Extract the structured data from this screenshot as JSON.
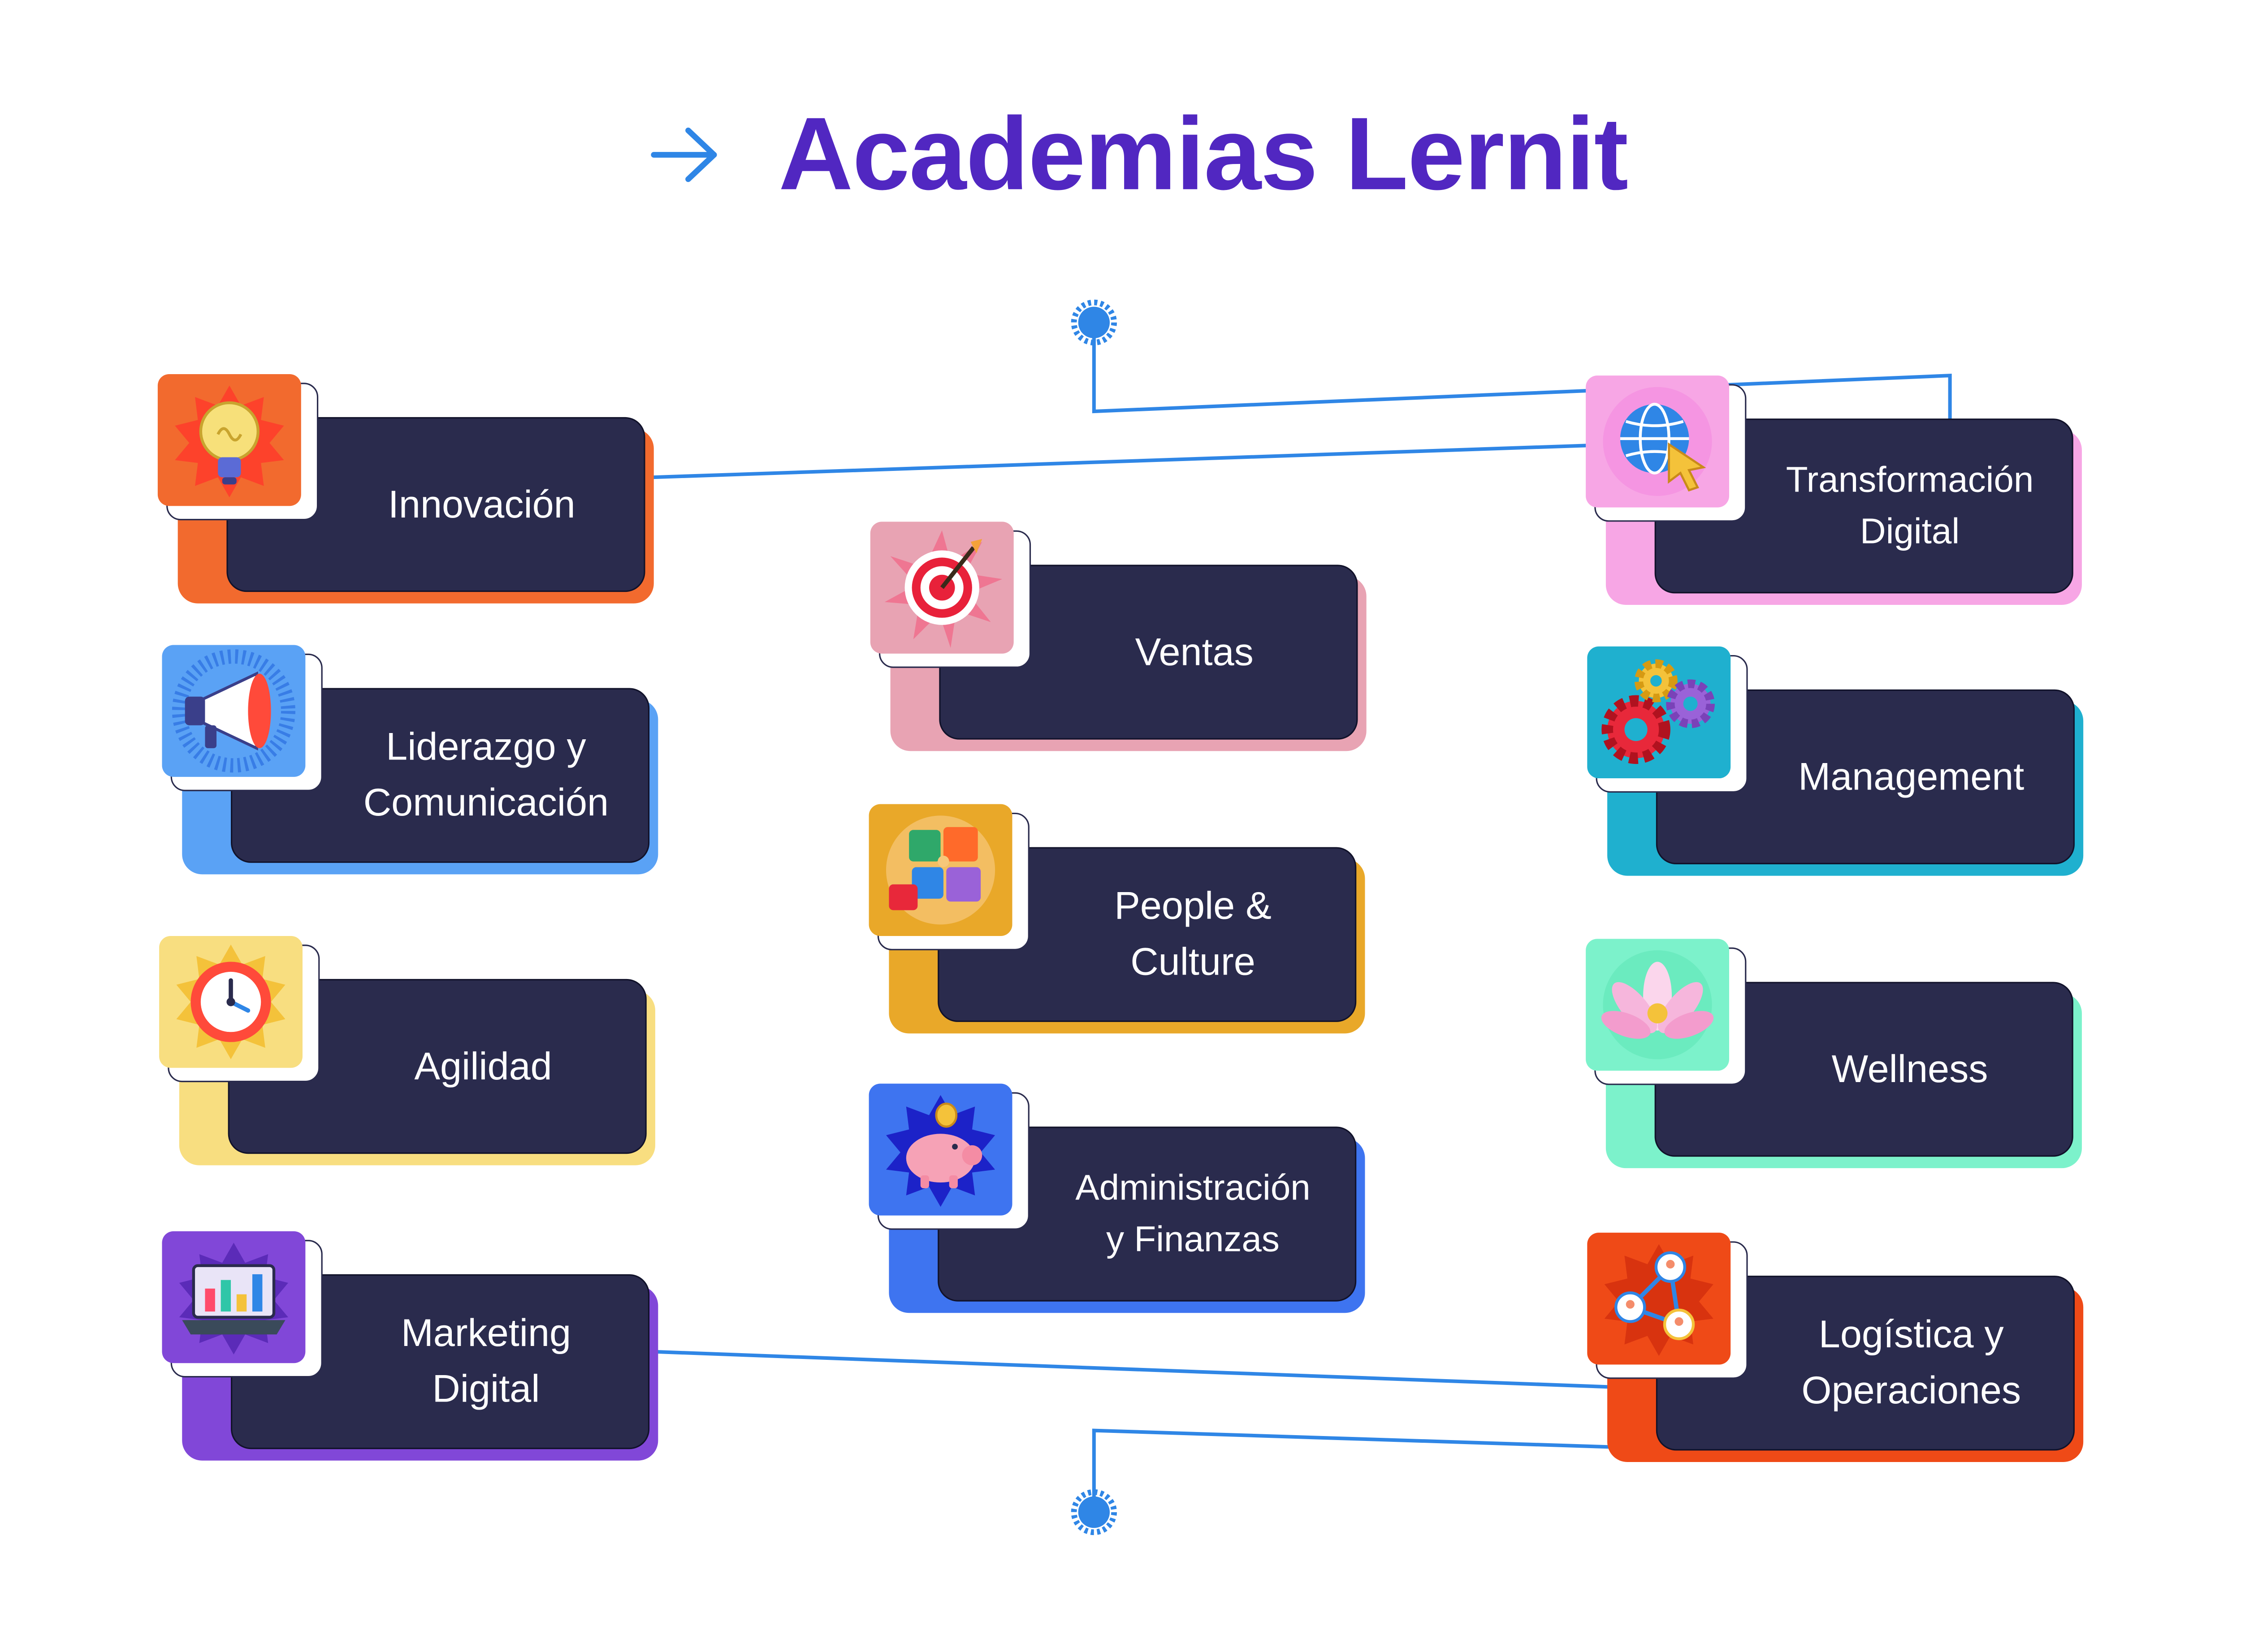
{
  "title": "Academias Lernit",
  "colors": {
    "title": "#5127c1",
    "connector": "#2f86e6",
    "card_body": "#2a2b4d"
  },
  "academies": [
    {
      "label": "Innovación",
      "icon": "lightbulb-icon",
      "accent": "#f26a2e",
      "tile": "#f26a2e"
    },
    {
      "label": "Liderazgo y\nComunicación",
      "icon": "megaphone-icon",
      "accent": "#5aa2f5",
      "tile": "#5aa2f5"
    },
    {
      "label": "Agilidad",
      "icon": "clock-icon",
      "accent": "#f8de80",
      "tile": "#f8de80"
    },
    {
      "label": "Marketing\nDigital",
      "icon": "laptop-chart-icon",
      "accent": "#8147d8",
      "tile": "#8147d8"
    },
    {
      "label": "Ventas",
      "icon": "target-icon",
      "accent": "#e8a3b3",
      "tile": "#e8a3b3"
    },
    {
      "label": "People &\nCulture",
      "icon": "puzzle-icon",
      "accent": "#e9a829",
      "tile": "#e9a829"
    },
    {
      "label": "Administración\ny Finanzas",
      "icon": "piggy-bank-icon",
      "accent": "#3e74f0",
      "tile": "#3e74f0"
    },
    {
      "label": "Transformación\nDigital",
      "icon": "globe-cursor-icon",
      "accent": "#f7a6e5",
      "tile": "#f7a6e5"
    },
    {
      "label": "Management",
      "icon": "gears-icon",
      "accent": "#1fb0cf",
      "tile": "#1fb0cf"
    },
    {
      "label": "Wellness",
      "icon": "lotus-icon",
      "accent": "#7cf2cb",
      "tile": "#7cf2cb"
    },
    {
      "label": "Logística y\nOperaciones",
      "icon": "network-people-icon",
      "accent": "#ef4a17",
      "tile": "#ef4a17"
    }
  ]
}
